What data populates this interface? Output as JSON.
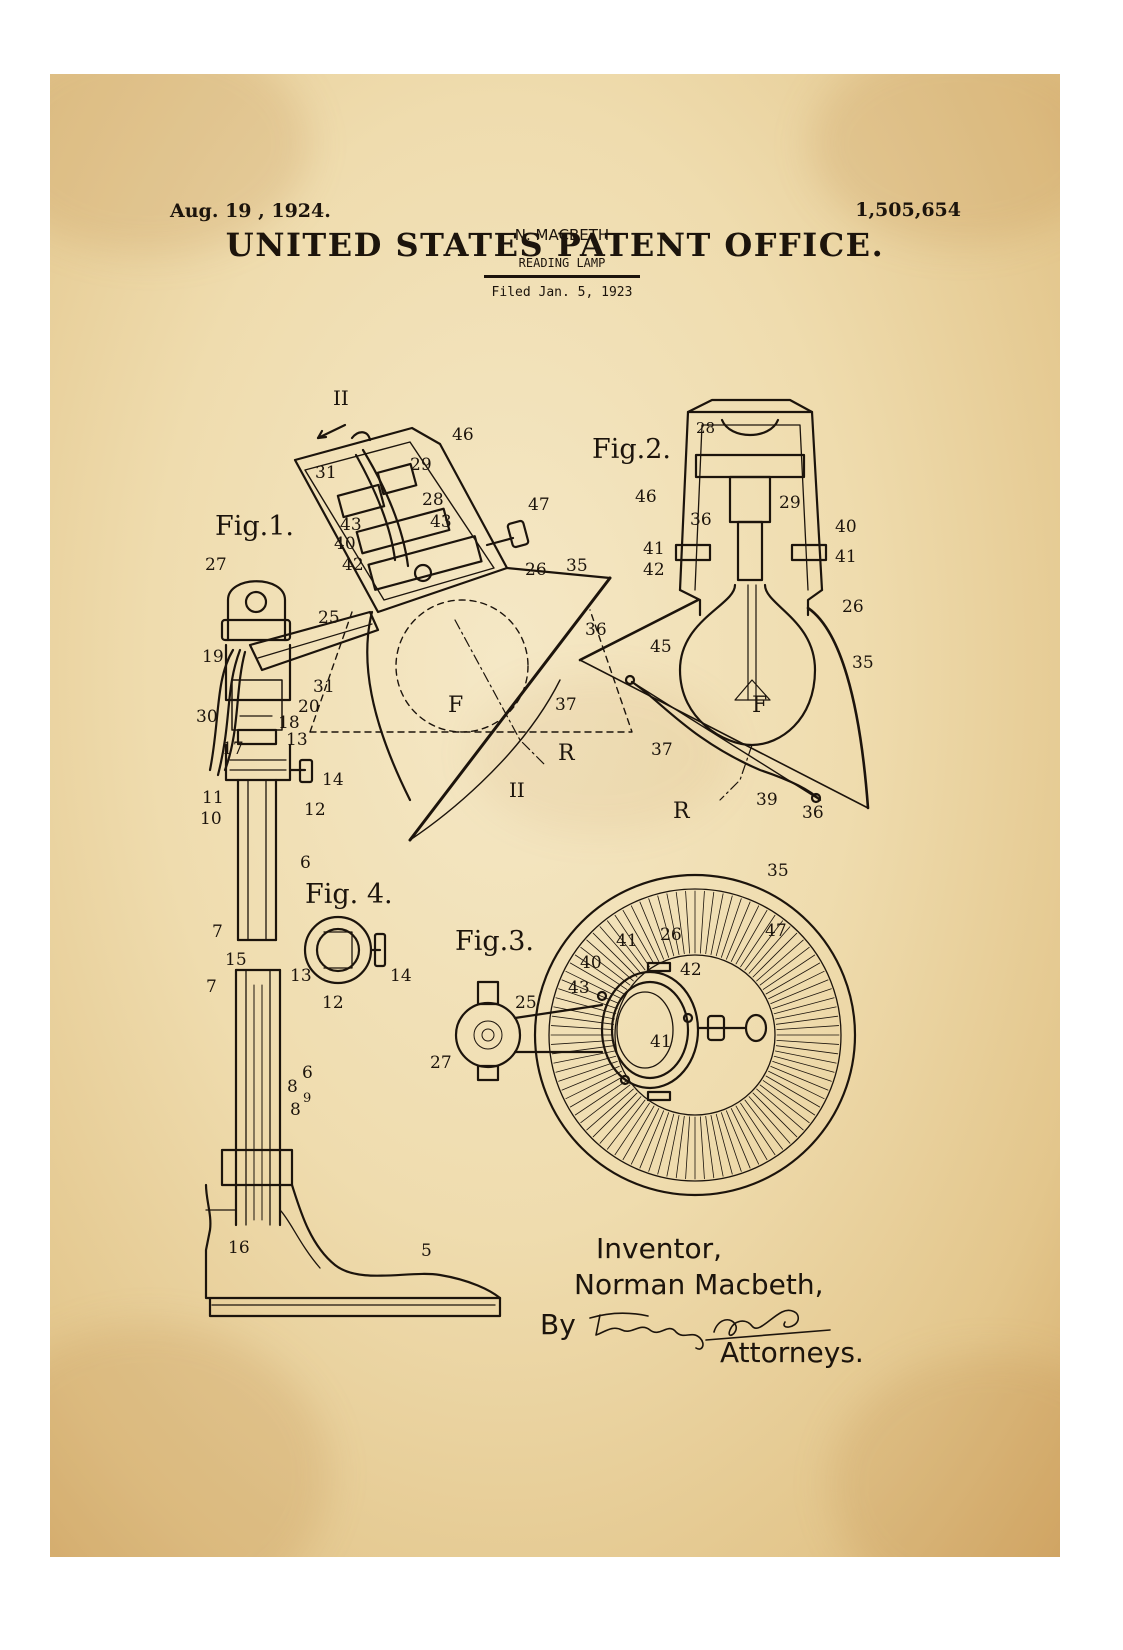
{
  "header": {
    "office": "UNITED STATES PATENT OFFICE.",
    "date": "Aug. 19 , 1924.",
    "patent_number": "1,505,654",
    "inventor_short": "N. MACBETH",
    "title": "READING LAMP",
    "filed": "Filed Jan. 5, 1923"
  },
  "figures": {
    "fig1": "Fig.1.",
    "fig2": "Fig.2.",
    "fig3": "Fig.3.",
    "fig4": "Fig. 4."
  },
  "signature": {
    "inventor_label": "Inventor,",
    "inventor_name": "Norman Macbeth,",
    "by": "By",
    "attorneys": "Attorneys."
  },
  "reference_numerals": {
    "fig1": [
      "II",
      "46",
      "31",
      "29",
      "28",
      "43",
      "43",
      "47",
      "40",
      "42",
      "26",
      "35",
      "27",
      "25",
      "36",
      "19",
      "31",
      "F",
      "37",
      "30",
      "20",
      "18",
      "13",
      "17",
      "R",
      "14",
      "11",
      "12",
      "10",
      "II",
      "6",
      "7",
      "15",
      "7",
      "6",
      "8",
      "9",
      "8",
      "16",
      "5"
    ],
    "fig2": [
      "28",
      "29",
      "46",
      "36",
      "40",
      "41",
      "41",
      "42",
      "26",
      "45",
      "35",
      "F",
      "37",
      "R",
      "39",
      "36"
    ],
    "fig3": [
      "35",
      "41",
      "26",
      "47",
      "40",
      "42",
      "43",
      "25",
      "41",
      "27"
    ],
    "fig4": [
      "13",
      "14",
      "12"
    ]
  },
  "colors": {
    "paper": "#efdcae",
    "ink": "#1c140c"
  }
}
